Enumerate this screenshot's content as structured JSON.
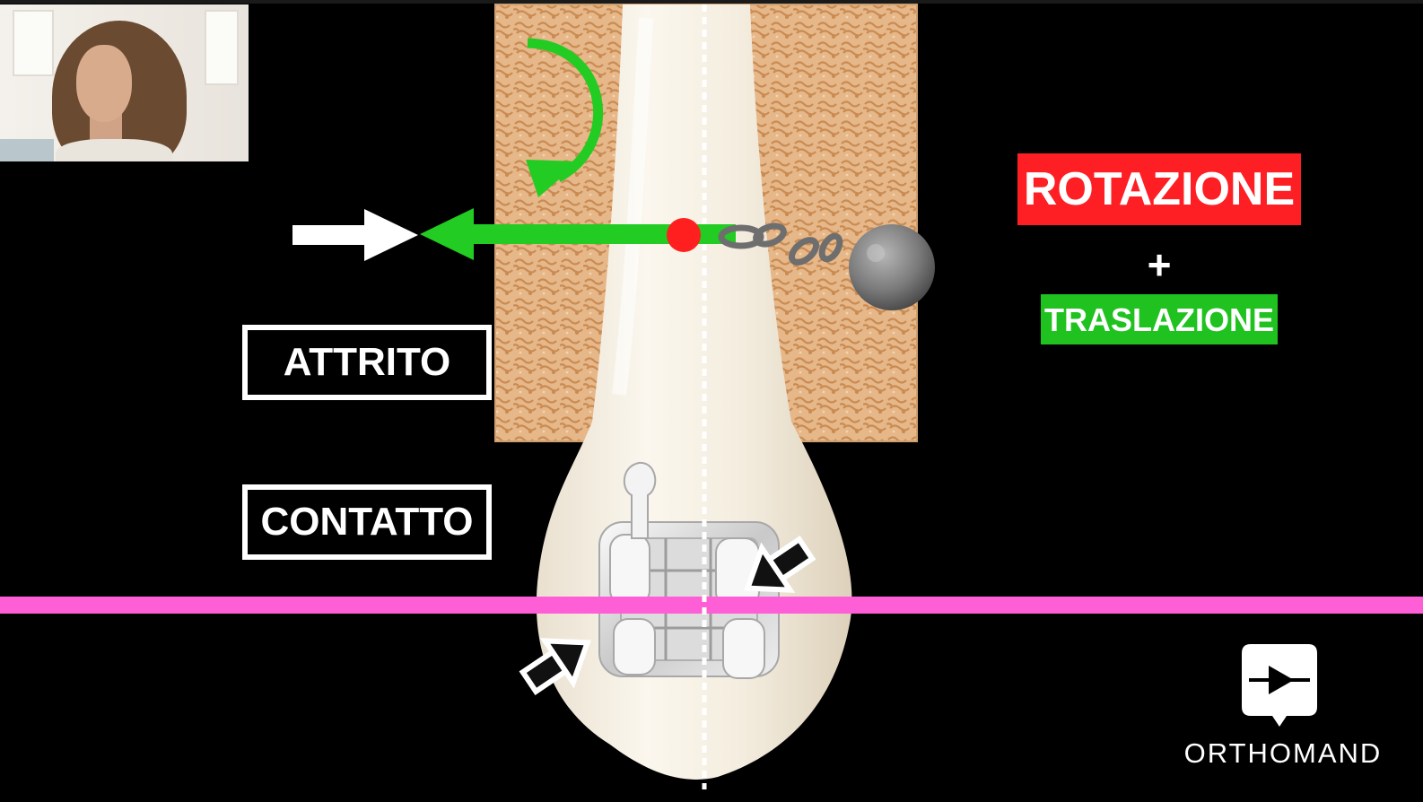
{
  "labels": {
    "attrito": "ATTRITO",
    "contatto": "CONTATTO",
    "rotazione": "ROTAZIONE",
    "plus": "+",
    "traslazione": "TRASLAZIONE"
  },
  "brand": {
    "name": "ORTHOMAND",
    "icon": "play-icon"
  },
  "colors": {
    "rotazione_bg": "#fd1f24",
    "traslazione_bg": "#1fc21f",
    "force_arrow": "#22cc22",
    "center_point": "#ff1f1f",
    "baseline": "#ff5fd6",
    "bone": "#e8b988"
  }
}
